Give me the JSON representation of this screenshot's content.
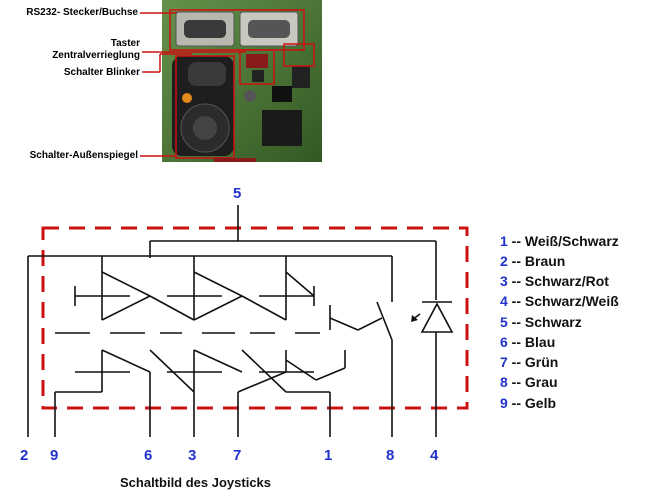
{
  "photo": {
    "callouts": [
      {
        "id": "rs232",
        "label": "RS232- Stecker/Buchse"
      },
      {
        "id": "taster",
        "label": "Taster"
      },
      {
        "id": "zentral",
        "label": "Zentralverrieglung"
      },
      {
        "id": "blinker",
        "label": "Schalter Blinker"
      },
      {
        "id": "spiegel",
        "label": "Schalter-Außenspiegel"
      }
    ]
  },
  "schematic": {
    "top_pin": "5",
    "bottom_pins": [
      "2",
      "9",
      "6",
      "3",
      "7",
      "1",
      "8",
      "4"
    ],
    "caption": "Schaltbild des Joysticks",
    "border_color": "#cc1111",
    "pin_color": "#2233cc"
  },
  "legend": [
    {
      "num": "1",
      "sep": " -- ",
      "text": "Weiß/Schwarz"
    },
    {
      "num": "2",
      "sep": " -- ",
      "text": "Braun"
    },
    {
      "num": "3",
      "sep": " -- ",
      "text": "Schwarz/Rot"
    },
    {
      "num": "4",
      "sep": " -- ",
      "text": "Schwarz/Weiß"
    },
    {
      "num": "5",
      "sep": " -- ",
      "text": "Schwarz"
    },
    {
      "num": "6",
      "sep": " -- ",
      "text": "Blau"
    },
    {
      "num": "7",
      "sep": " -- ",
      "text": "Grün"
    },
    {
      "num": "8",
      "sep": " -- ",
      "text": "Grau"
    },
    {
      "num": "9",
      "sep": " -- ",
      "text": "Gelb"
    }
  ]
}
